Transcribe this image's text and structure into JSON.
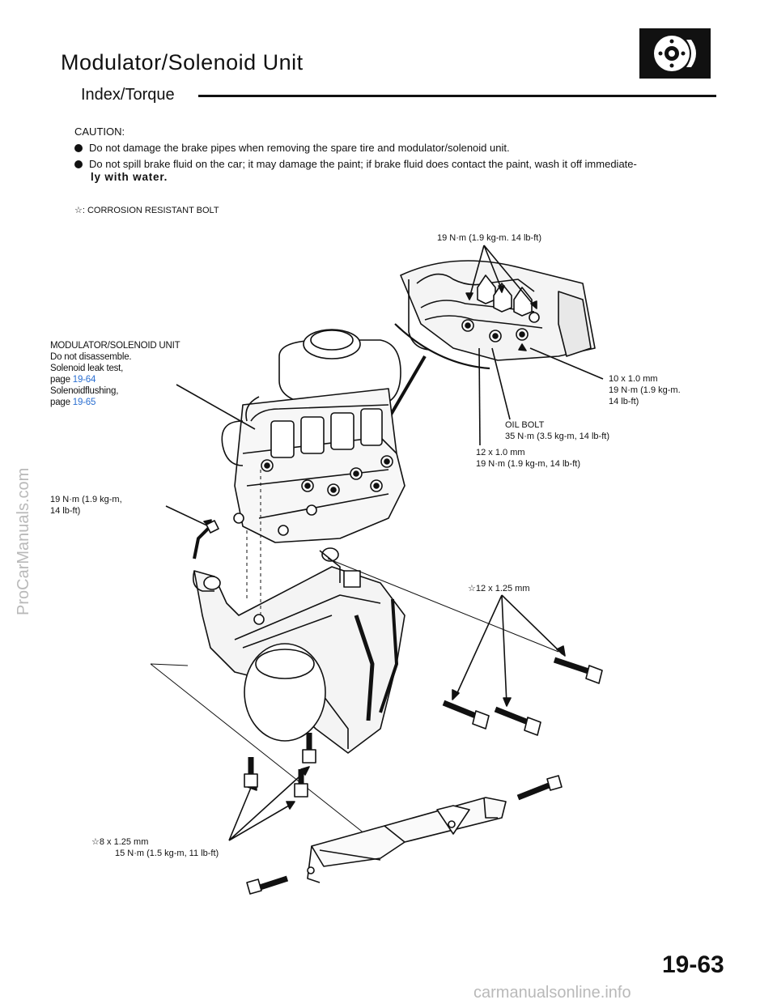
{
  "header": {
    "title": "Modulator/Solenoid Unit",
    "subtitle": "Index/Torque"
  },
  "caution": {
    "heading": "CAUTION:",
    "items": [
      "Do not damage the brake pipes when removing the spare tire and modulator/solenoid unit.",
      "Do not spill brake fluid on the car; it may damage the paint; if brake fluid does contact the paint, wash it off immediate-"
    ],
    "continuation": "ly with water."
  },
  "legend": {
    "symbol": "☆:",
    "text": "CORROSION RESISTANT BOLT"
  },
  "labels": {
    "top_torque": "19 N·m (1.9 kg-m. 14 lb-ft)",
    "unit_title": "MODULATOR/SOLENOID UNIT",
    "unit_note1": "Do not disassemble.",
    "unit_note2": "Solenoid leak test,",
    "unit_note3_prefix": "page ",
    "unit_note3_link": "19-64",
    "unit_note4": "Solenoidflushing,",
    "unit_note5_prefix": "page ",
    "unit_note5_link": "19-65",
    "bolt_10_size": "10 x 1.0 mm",
    "bolt_10_torque1": "19 N·m (1.9 kg-m.",
    "bolt_10_torque2": "14 lb-ft)",
    "oil_bolt": "OIL BOLT",
    "oil_bolt_torque": "35 N·m (3.5 kg-m, 14 lb-ft)",
    "bolt_12_size": "12 x 1.0 mm",
    "bolt_12_torque": "19 N·m (1.9 kg-m, 14 lb-ft)",
    "left_torque1": "19 N·m (1.9 kg-m,",
    "left_torque2": "14 lb-ft)",
    "bolt_1225": "☆12 x 1.25 mm",
    "bolt_8_size": "☆8 x 1.25 mm",
    "bolt_8_torque": "15 N·m (1.5 kg-m, 11 lb-ft)"
  },
  "page_number": "19-63",
  "watermarks": {
    "side": "ProCarManuals.com",
    "bottom": "carmanualsonline.info"
  },
  "icons": {
    "section_icon": "brake-disc-icon"
  },
  "colors": {
    "link": "#2b6fd1",
    "watermark": "#b9b9b9"
  }
}
